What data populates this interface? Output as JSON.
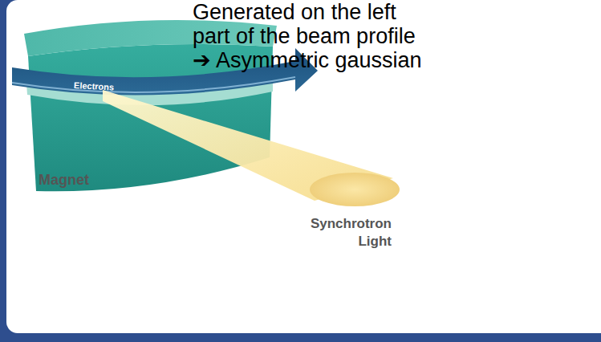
{
  "diagram": {
    "labels": [
      "Generated on the left part of the beam profile",
      "➔ Asymmetric gaussian",
      "Electrons",
      "Magnet",
      "Synchrotron Light"
    ]
  }
}
